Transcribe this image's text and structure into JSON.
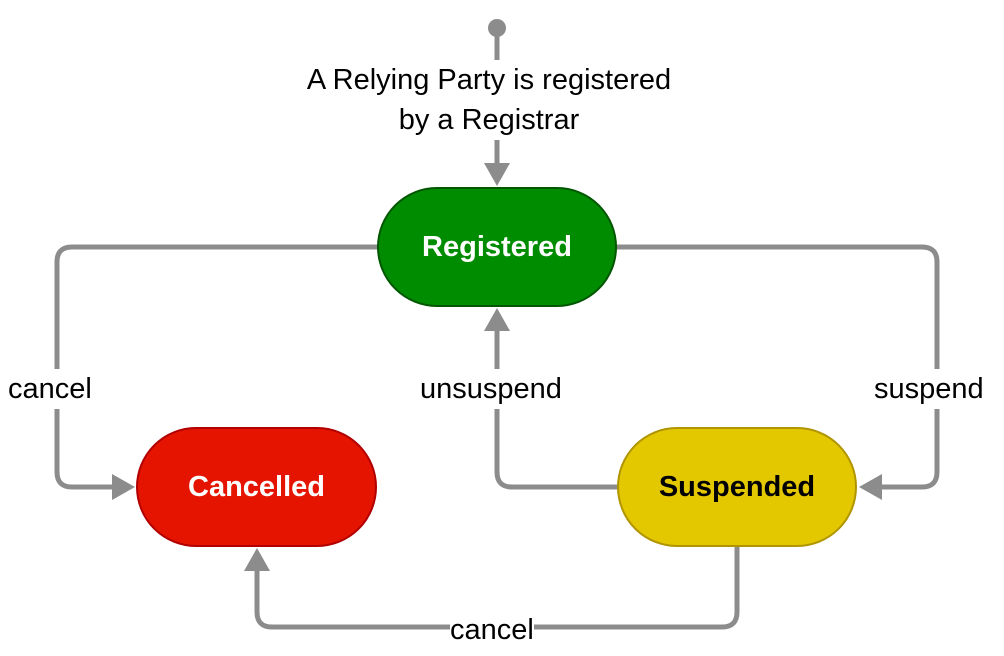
{
  "diagram": {
    "initial_label_line1": "A Relying Party is registered",
    "initial_label_line2": "by a Registrar",
    "states": {
      "registered": {
        "label": "Registered",
        "fill": "#008c00",
        "text_color": "#ffffff"
      },
      "cancelled": {
        "label": "Cancelled",
        "fill": "#e51400",
        "text_color": "#ffffff"
      },
      "suspended": {
        "label": "Suspended",
        "fill": "#e3c800",
        "text_color": "#000000"
      }
    },
    "transitions": {
      "registered_to_cancelled": "cancel",
      "suspended_to_registered": "unsuspend",
      "registered_to_suspended": "suspend",
      "suspended_to_cancelled": "cancel"
    },
    "edge_color": "#8c8c8c"
  }
}
